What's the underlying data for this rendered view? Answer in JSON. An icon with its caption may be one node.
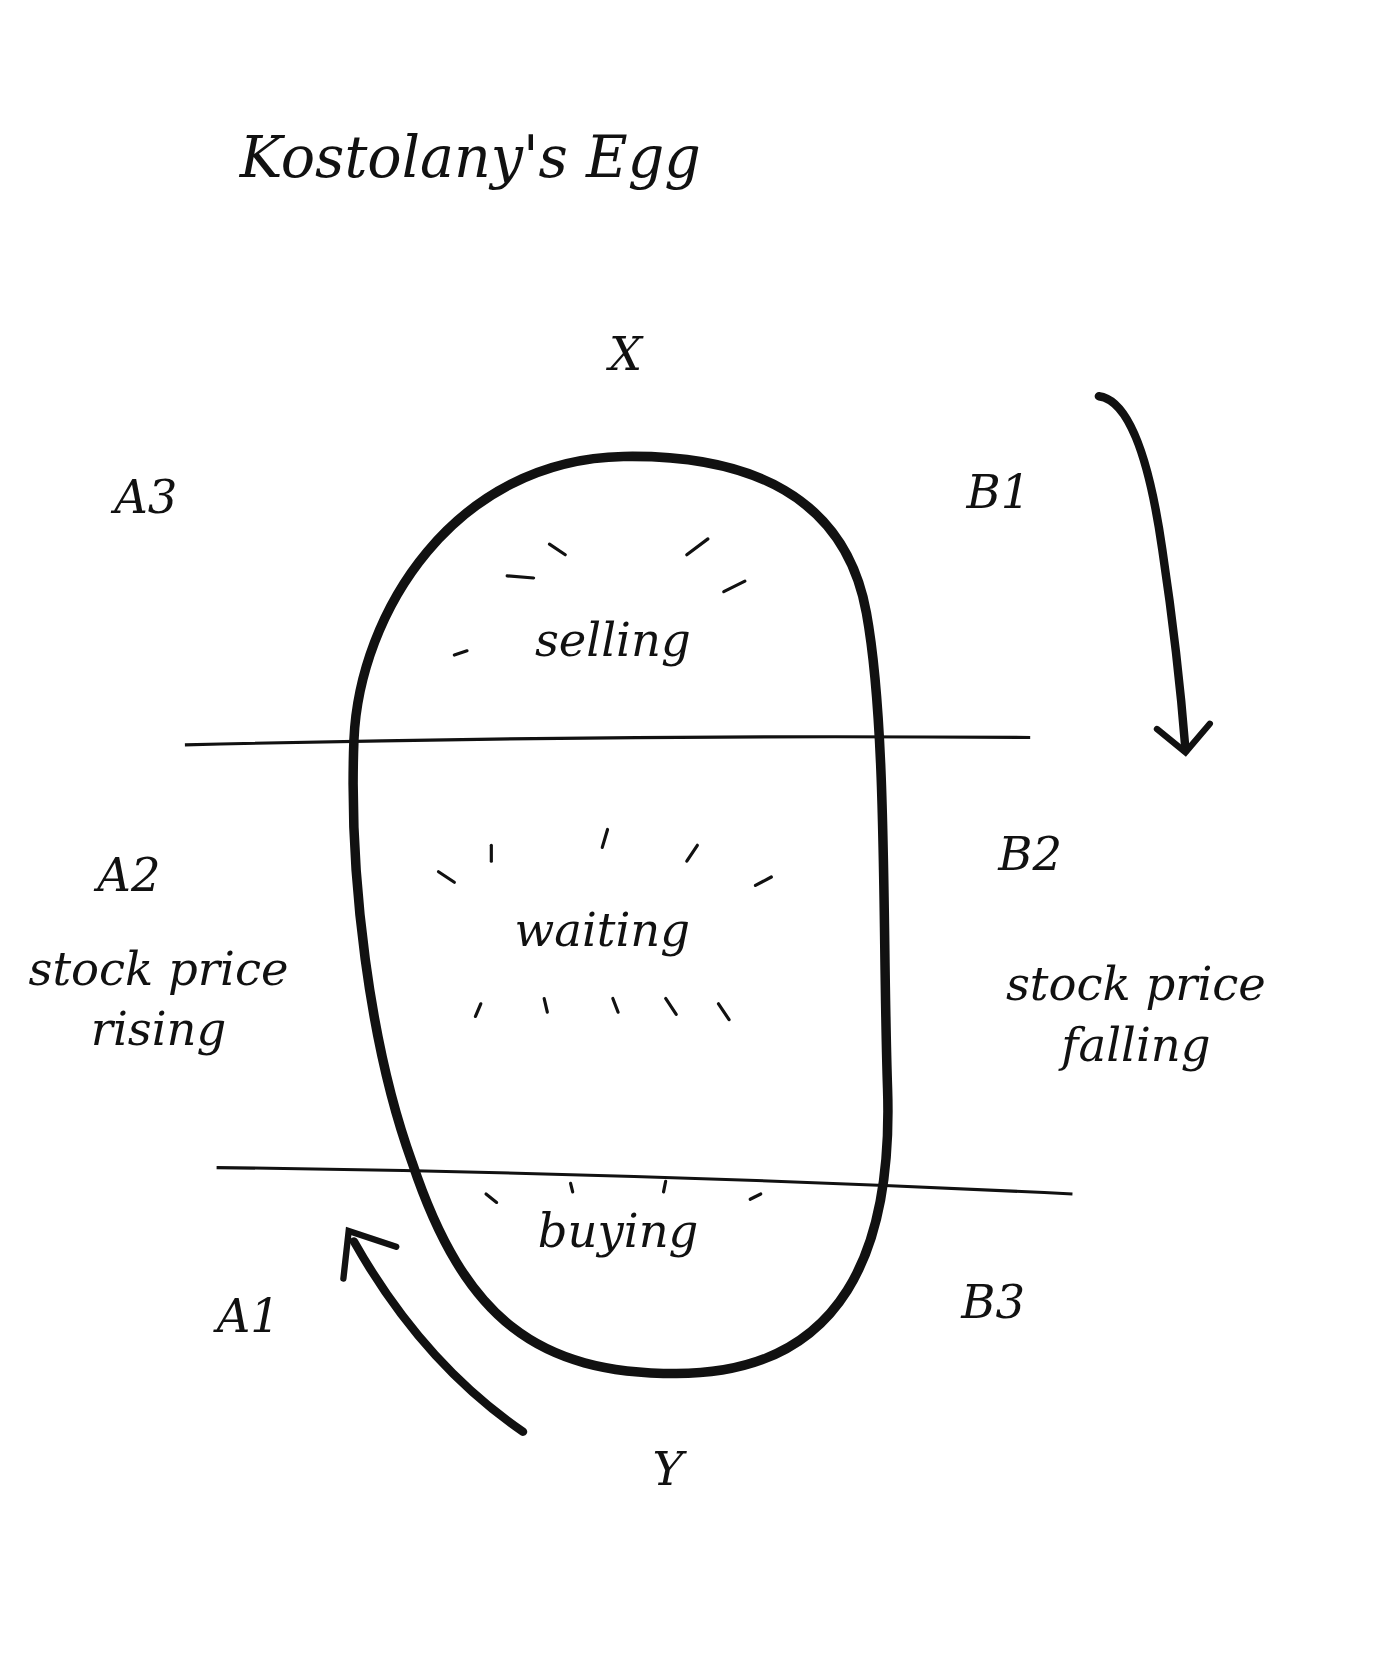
{
  "diagram": {
    "title": "Kostolany's Egg",
    "nodes": [
      {
        "text": [
          "selling",
          "waiting",
          "buying"
        ]
      }
    ],
    "edges": [],
    "labels": [
      "X",
      "A3",
      "B1",
      "A2",
      "stock price rising",
      "B2",
      "stock price falling",
      "A1",
      "B3",
      "Y"
    ]
  }
}
